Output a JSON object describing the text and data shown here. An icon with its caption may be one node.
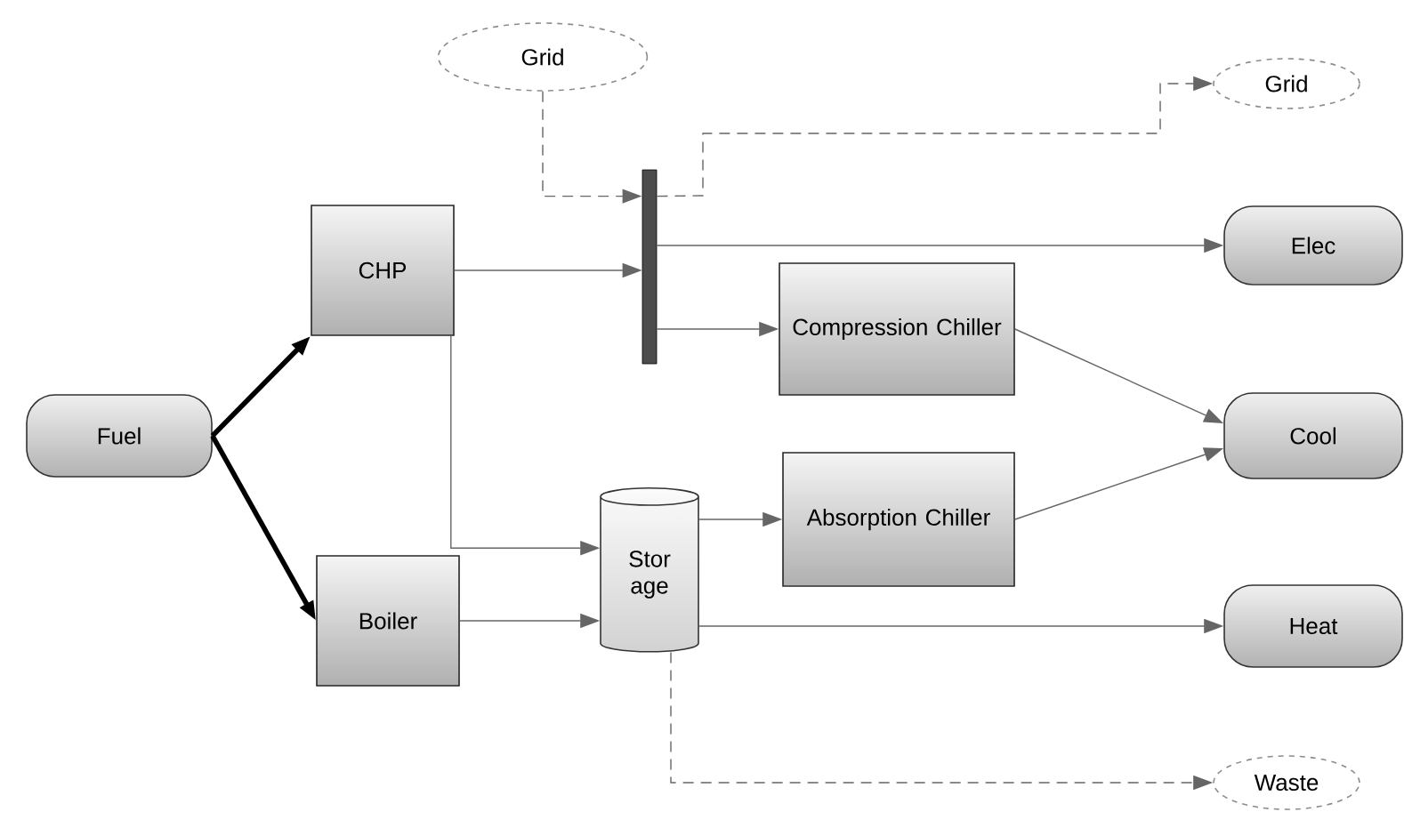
{
  "diagram": {
    "nodes": [
      {
        "text": [
          "Fuel"
        ]
      },
      {
        "text": [
          "CHP"
        ]
      },
      {
        "text": [
          "Boiler"
        ]
      },
      {
        "text": [
          "Grid"
        ]
      },
      {
        "text": [],
        "shape": "bar"
      },
      {
        "text": [
          "Compression Chiller"
        ]
      },
      {
        "text": [
          "Stor age"
        ]
      },
      {
        "text": [
          "Absorption Chiller"
        ]
      },
      {
        "text": [
          "Grid"
        ]
      },
      {
        "text": [
          "Elec"
        ]
      },
      {
        "text": [
          "Cool"
        ]
      },
      {
        "text": [
          "Heat"
        ]
      },
      {
        "text": [
          "Waste"
        ]
      }
    ],
    "edges": [
      {
        "from": 0,
        "to": 1,
        "arrow": "to",
        "style": "thick",
        "color": "#000000"
      },
      {
        "from": 0,
        "to": 2,
        "arrow": "to",
        "style": "thick",
        "color": "#000000"
      },
      {
        "from": 3,
        "to": 4,
        "arrow": "to",
        "style": "dashed"
      },
      {
        "from": 4,
        "to": 8,
        "arrow": "to",
        "style": "dashed"
      },
      {
        "from": 1,
        "to": 4,
        "arrow": "to"
      },
      {
        "from": 4,
        "to": 9,
        "arrow": "to"
      },
      {
        "from": 4,
        "to": 5,
        "arrow": "to"
      },
      {
        "from": 1,
        "to": 6,
        "arrow": "to"
      },
      {
        "from": 2,
        "to": 6,
        "arrow": "to"
      },
      {
        "from": 6,
        "to": 7,
        "arrow": "to"
      },
      {
        "from": 6,
        "to": 11,
        "arrow": "to"
      },
      {
        "from": 6,
        "to": 12,
        "arrow": "to",
        "style": "dashed"
      },
      {
        "from": 5,
        "to": 10,
        "arrow": "to"
      },
      {
        "from": 7,
        "to": 10,
        "arrow": "to"
      }
    ]
  }
}
